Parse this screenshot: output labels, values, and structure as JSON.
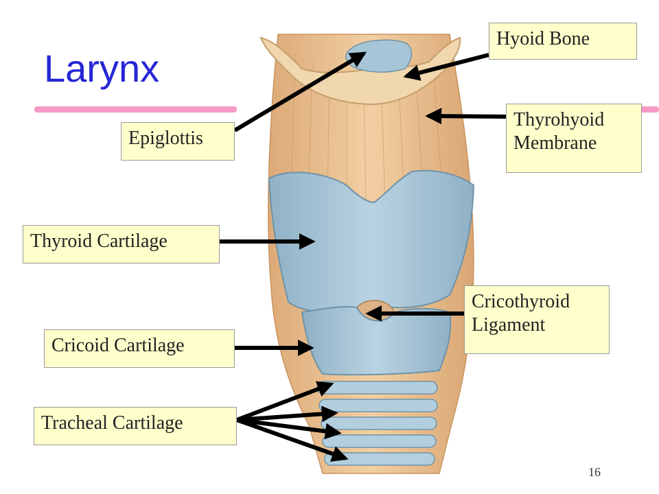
{
  "slide": {
    "title": "Larynx",
    "page_number": "16",
    "colors": {
      "title": "#2525d6",
      "rule": "#f59ac4",
      "label_fill": "#ffffcc",
      "cartilage": "#a9c7d8",
      "membrane": "#e9bd8d",
      "arrow": "#000000"
    }
  },
  "labels": {
    "hyoid_bone": "Hyoid Bone",
    "epiglottis": "Epiglottis",
    "thyrohyoid_line1": "Thyrohyoid",
    "thyrohyoid_line2": "Membrane",
    "thyroid_cartilage": "Thyroid Cartilage",
    "cricothyroid_line1": "Cricothyroid",
    "cricothyroid_line2": "Ligament",
    "cricoid_cartilage": "Cricoid Cartilage",
    "tracheal_cartilage": "Tracheal Cartilage"
  }
}
